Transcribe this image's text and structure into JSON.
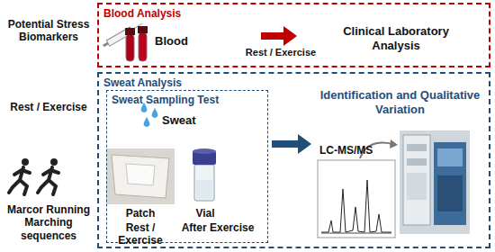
{
  "diagram": {
    "nodes": [
      {
        "text": [
          "Blood Analysis"
        ]
      },
      {
        "text": [
          "Sweat Analysis"
        ]
      },
      {
        "text": [
          "Sweat Sampling Test"
        ],
        "in": 1
      }
    ],
    "labels": [
      "Potential Stress Biomarkers",
      "Rest / Exercise",
      "Marcor Running Marching sequences",
      "Blood",
      "Rest / Exercise",
      "Clinical Laboratory Analysis",
      "Sweat",
      "Patch",
      "Rest / Exercise",
      "Vial",
      "After Exercise",
      "Identification and Qualitative Variation",
      "LC-MS/MS"
    ]
  }
}
